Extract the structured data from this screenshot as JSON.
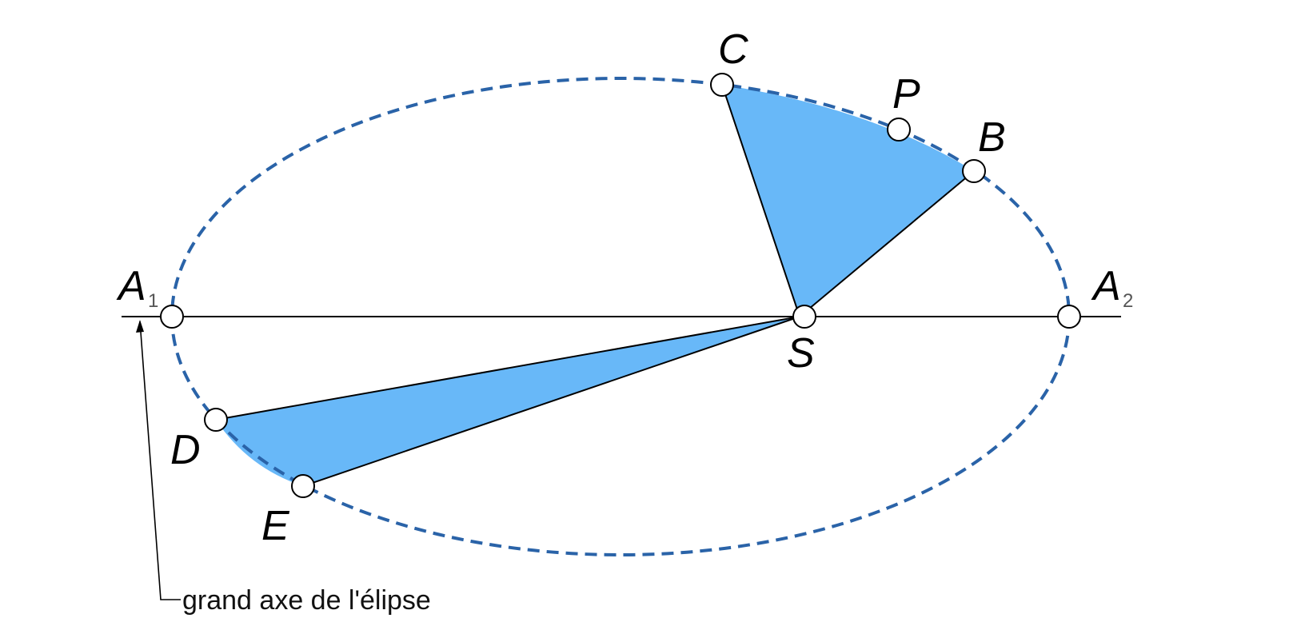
{
  "diagram": {
    "points": {
      "A1": {
        "letter": "A",
        "index": "1"
      },
      "A2": {
        "letter": "A",
        "index": "2"
      },
      "S": {
        "label": "S"
      },
      "C": {
        "label": "C"
      },
      "P": {
        "label": "P"
      },
      "B": {
        "label": "B"
      },
      "D": {
        "label": "D"
      },
      "E": {
        "label": "E"
      }
    },
    "annotation": "grand axe de l'élipse",
    "colors": {
      "orbit": "#2a63a8",
      "sector_fill": "#68b8f8",
      "line": "#000000",
      "point_fill": "#ffffff"
    }
  }
}
